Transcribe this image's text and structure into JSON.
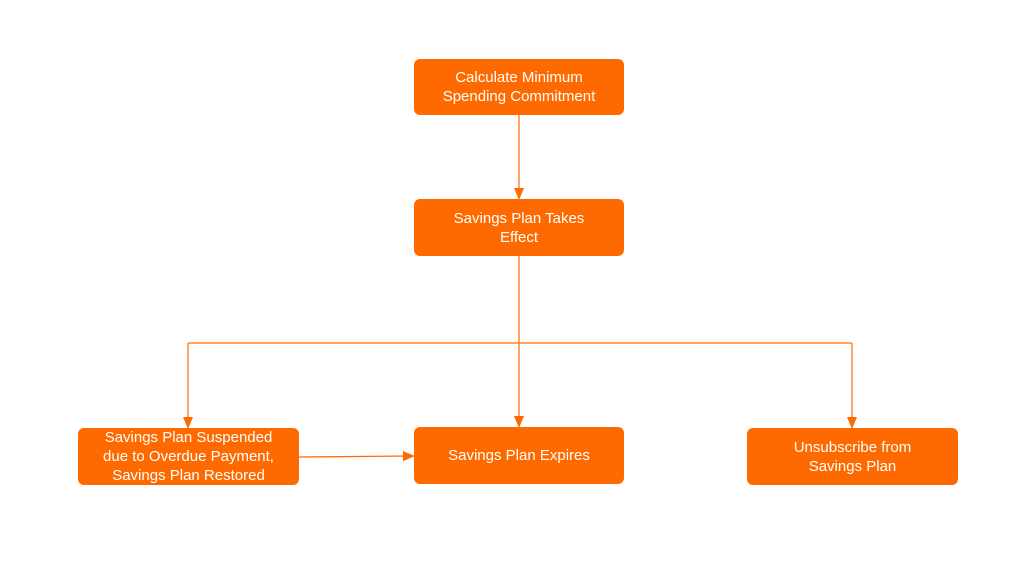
{
  "colors": {
    "node_fill": "#ff6a00",
    "connector": "#ff6a00",
    "node_text": "#ffffff",
    "background": "#ffffff"
  },
  "nodes": {
    "calculate": {
      "label": "Calculate Minimum\nSpending Commitment"
    },
    "takes_effect": {
      "label": "Savings Plan Takes\nEffect"
    },
    "suspended": {
      "label": "Savings Plan Suspended\ndue to Overdue Payment,\nSavings Plan Restored"
    },
    "expires": {
      "label": "Savings Plan Expires"
    },
    "unsubscribe": {
      "label": "Unsubscribe from\nSavings Plan"
    }
  },
  "edges": [
    {
      "from": "calculate",
      "to": "takes_effect"
    },
    {
      "from": "takes_effect",
      "to": "expires"
    },
    {
      "from": "takes_effect",
      "to": "suspended"
    },
    {
      "from": "takes_effect",
      "to": "unsubscribe"
    },
    {
      "from": "suspended",
      "to": "expires"
    }
  ]
}
